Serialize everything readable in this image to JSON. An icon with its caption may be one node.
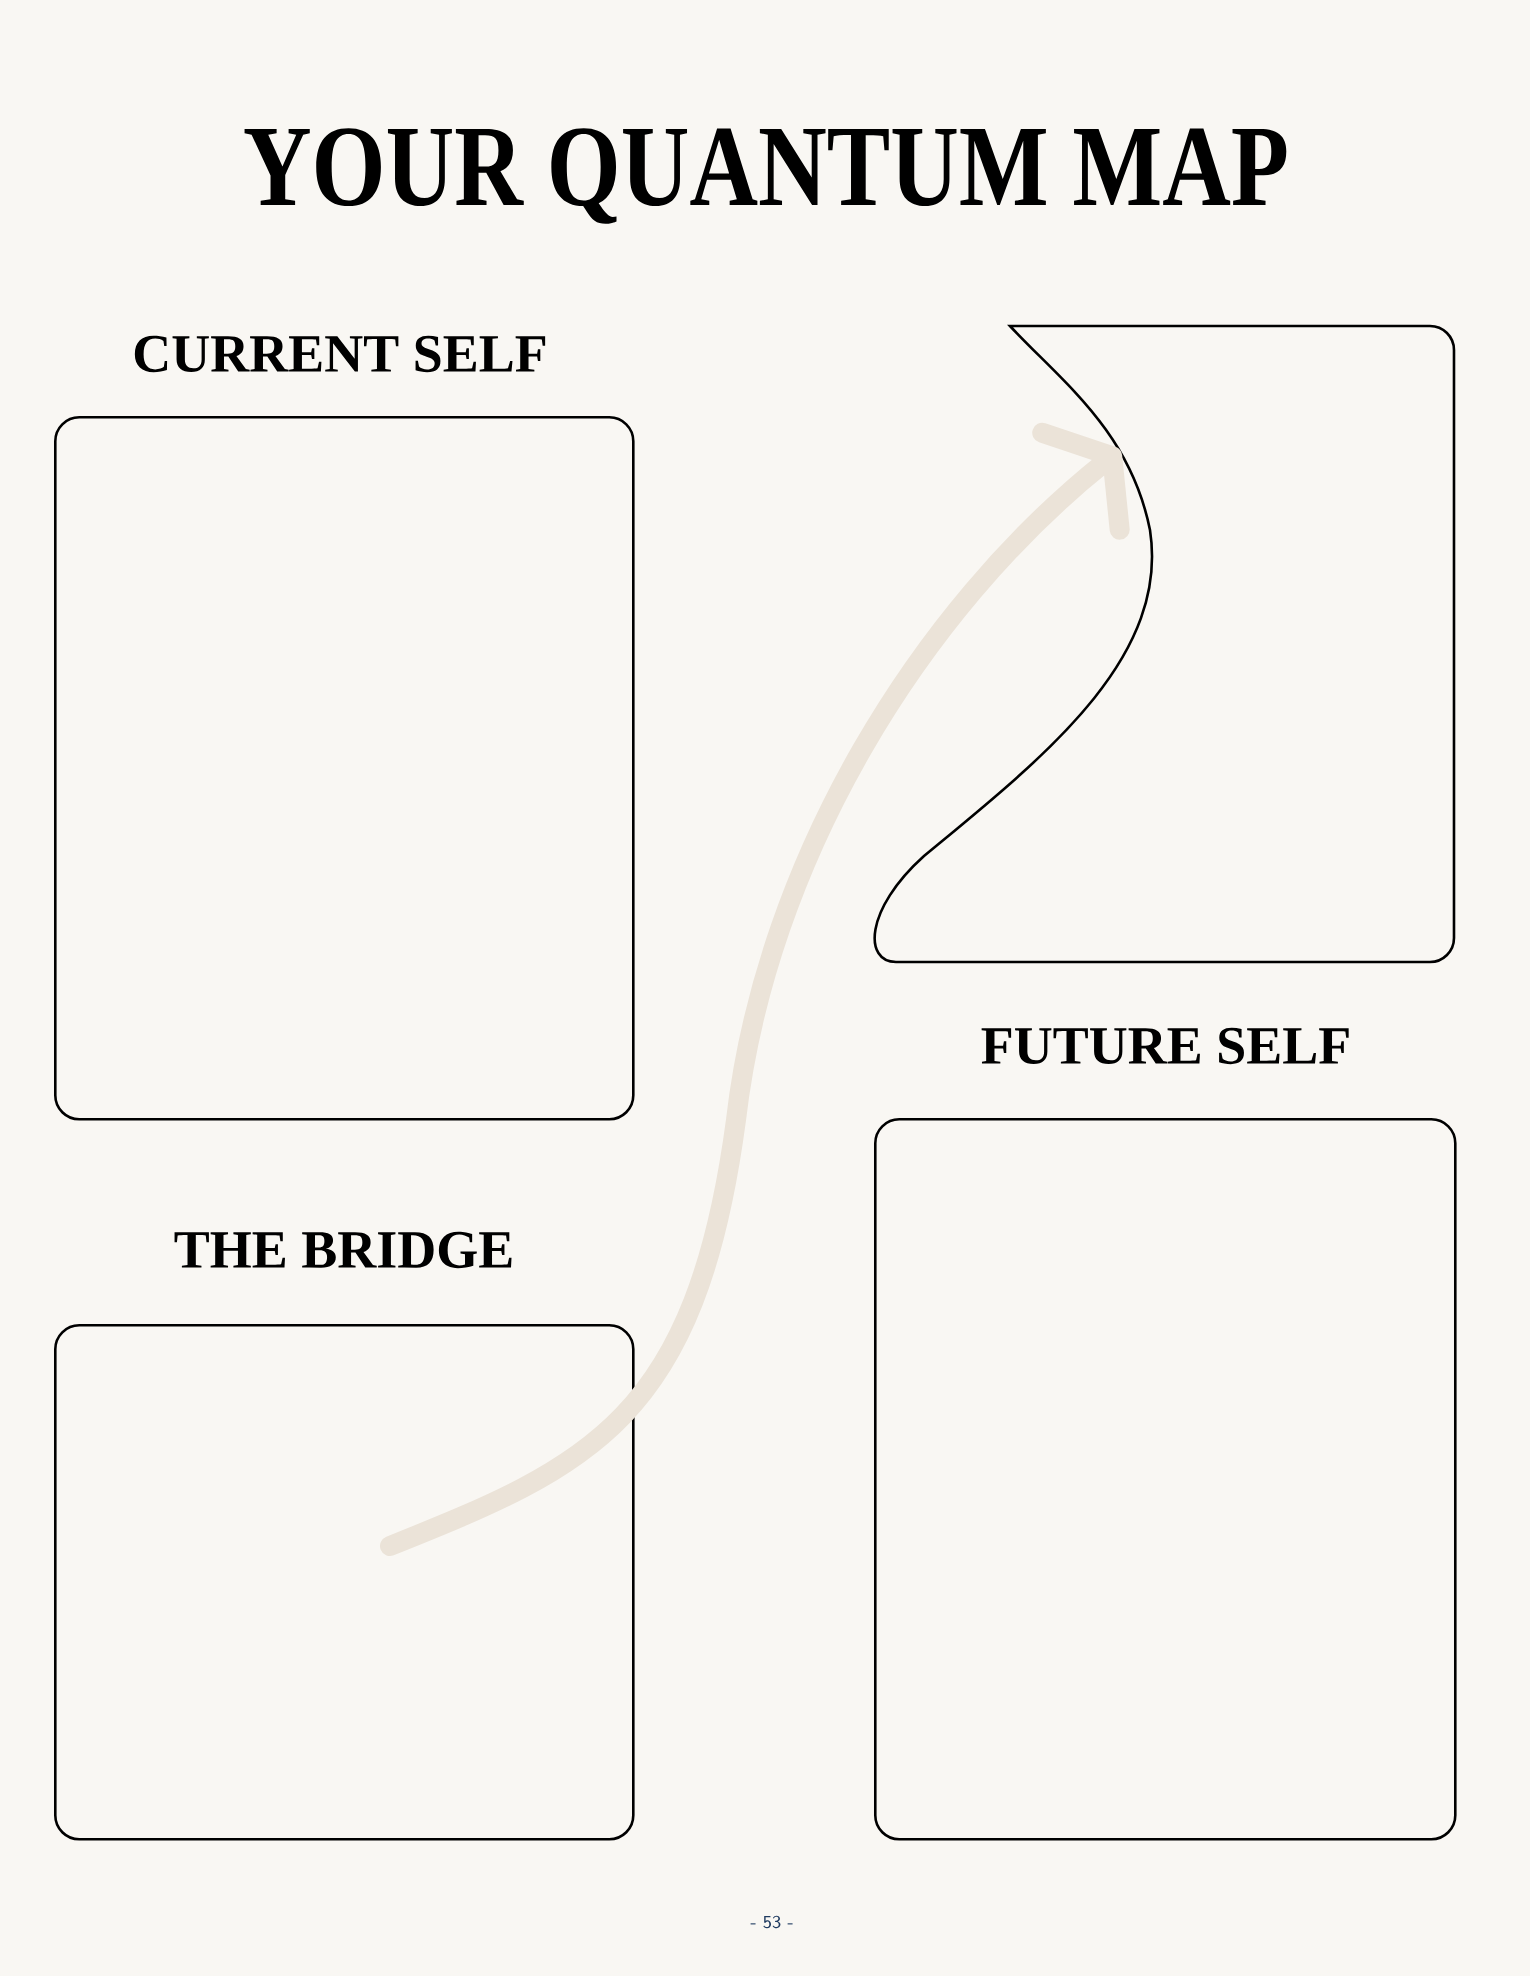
{
  "diagram": {
    "title": "YOUR QUANTUM MAP",
    "nodes": [
      {
        "text": [
          "CURRENT SELF"
        ]
      },
      {
        "text": [],
        "shape": "box"
      },
      {
        "text": [
          "FUTURE SELF"
        ]
      },
      {
        "text": [
          "THE BRIDGE"
        ]
      }
    ],
    "edges": [
      {
        "from": 3,
        "to": 1,
        "arrow": "to"
      }
    ],
    "labels": [
      "- 53 -"
    ]
  }
}
